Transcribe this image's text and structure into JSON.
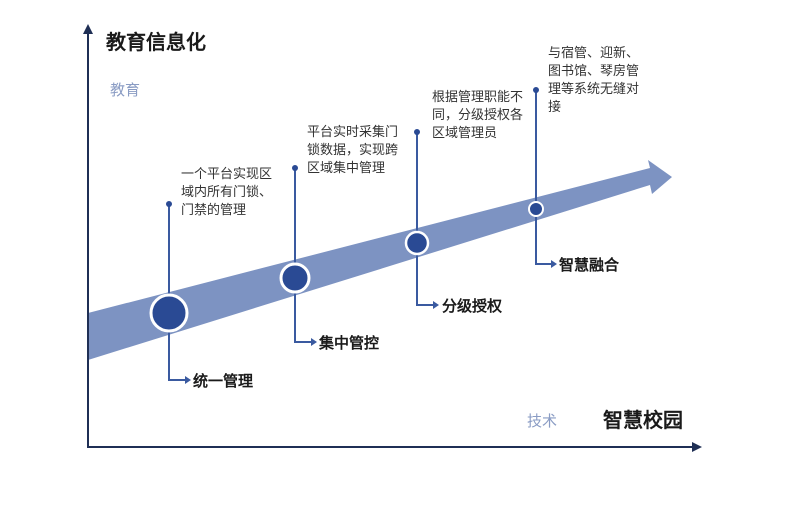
{
  "axes": {
    "y_title": "教育信息化",
    "y_label": "教育",
    "x_label": "技术",
    "x_title": "智慧校园"
  },
  "stages": [
    {
      "label": "统一管理",
      "description": "一个平台实现区域内所有门锁、门禁的管理"
    },
    {
      "label": "集中管控",
      "description": "平台实时采集门锁数据，实现跨区域集中管理"
    },
    {
      "label": "分级授权",
      "description": "根据管理职能不同，分级授权各区域管理员"
    },
    {
      "label": "智慧融合",
      "description": "与宿管、迎新、图书馆、琴房管理等系统无缝对接"
    }
  ],
  "colors": {
    "band": "#7d93c2",
    "node": "#2a4a94",
    "axis": "#1f2f55",
    "line": "#3a5aa0"
  }
}
